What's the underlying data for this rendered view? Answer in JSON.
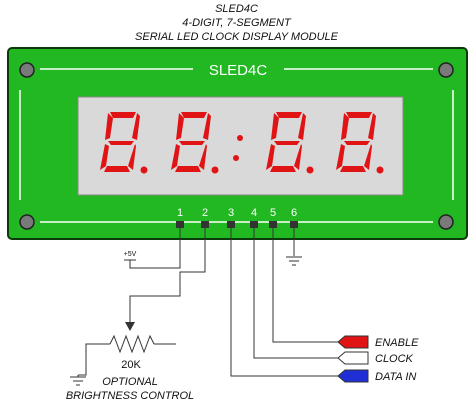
{
  "header": {
    "line1": "SLED4C",
    "line2": "4-DIGIT, 7-SEGMENT",
    "line3": "SERIAL LED CLOCK DISPLAY MODULE"
  },
  "board": {
    "title": "SLED4C",
    "color": "#22b822",
    "digit_color": "#e01414",
    "window_color": "#d9d9d9"
  },
  "pins": [
    "1",
    "2",
    "3",
    "4",
    "5",
    "6"
  ],
  "power": {
    "label": "+5V"
  },
  "pot": {
    "value": "20K",
    "note_line1": "OPTIONAL",
    "note_line2": "BRIGHTNESS CONTROL"
  },
  "signals": [
    {
      "label": "ENABLE",
      "color": "#e01414"
    },
    {
      "label": "CLOCK",
      "color": "#ffffff"
    },
    {
      "label": "DATA IN",
      "color": "#1e2fd6"
    }
  ],
  "icons": [
    "screw-icon",
    "ground-icon",
    "potentiometer-icon",
    "connector-arrow-icon"
  ]
}
